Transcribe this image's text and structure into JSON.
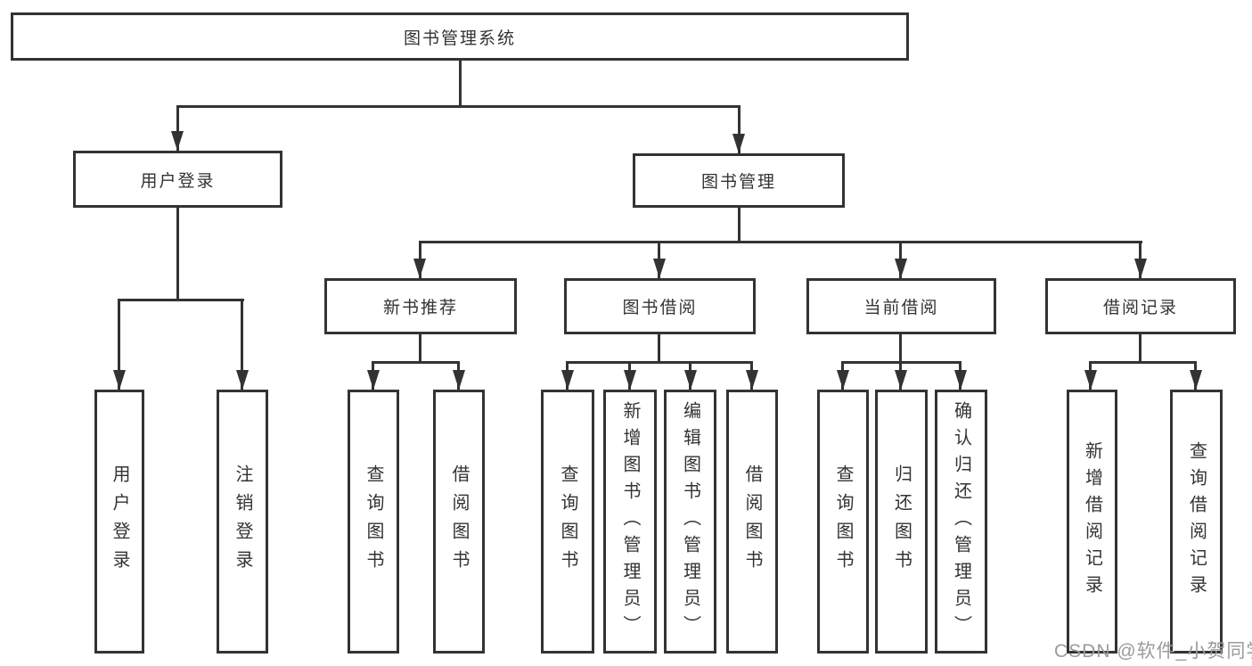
{
  "colors": {
    "line": "#333333",
    "text": "#333333",
    "bg": "#ffffff",
    "wm": "#9b9b9b"
  },
  "tree": {
    "root": {
      "label": "图书管理系统"
    },
    "branches": [
      {
        "label": "用户登录",
        "children": [
          {
            "label": "用户登录"
          },
          {
            "label": "注销登录"
          }
        ]
      },
      {
        "label": "图书管理",
        "children": [
          {
            "label": "新书推荐",
            "children": [
              {
                "label": "查询图书"
              },
              {
                "label": "借阅图书"
              }
            ]
          },
          {
            "label": "图书借阅",
            "children": [
              {
                "label": "查询图书"
              },
              {
                "label": "新增图书（管理员）"
              },
              {
                "label": "编辑图书（管理员）"
              },
              {
                "label": "借阅图书"
              }
            ]
          },
          {
            "label": "当前借阅",
            "children": [
              {
                "label": "查询图书"
              },
              {
                "label": "归还图书"
              },
              {
                "label": "确认归还（管理员）"
              }
            ]
          },
          {
            "label": "借阅记录",
            "children": [
              {
                "label": "新增借阅记录"
              },
              {
                "label": "查询借阅记录"
              }
            ]
          }
        ]
      }
    ]
  },
  "watermark": {
    "text": "CSDN @软件_小贺同学"
  }
}
